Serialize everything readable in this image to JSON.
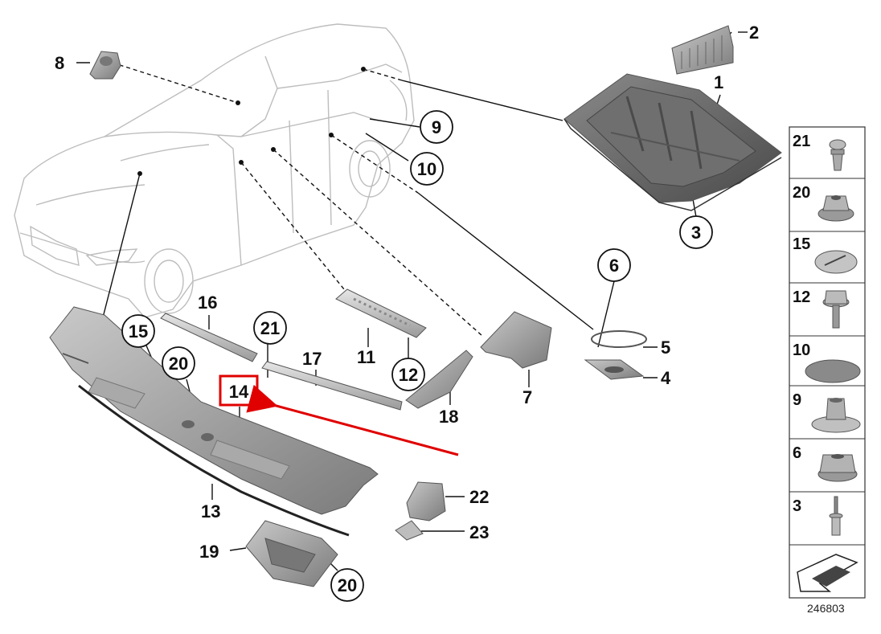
{
  "diagram": {
    "document_number": "246803",
    "highlight_color": "#e00000",
    "callouts": {
      "c1": "1",
      "c2": "2",
      "c3": "3",
      "c4": "4",
      "c5": "5",
      "c6": "6",
      "c7": "7",
      "c8": "8",
      "c9": "9",
      "c10": "10",
      "c11": "11",
      "c12": "12",
      "c13": "13",
      "c14": "14",
      "c15": "15",
      "c16": "16",
      "c17": "17",
      "c18": "18",
      "c19": "19",
      "c20a": "20",
      "c20b": "20",
      "c21": "21",
      "c22": "22",
      "c23": "23"
    },
    "sidebar": [
      "21",
      "20",
      "15",
      "12",
      "10",
      "9",
      "6",
      "3"
    ]
  }
}
